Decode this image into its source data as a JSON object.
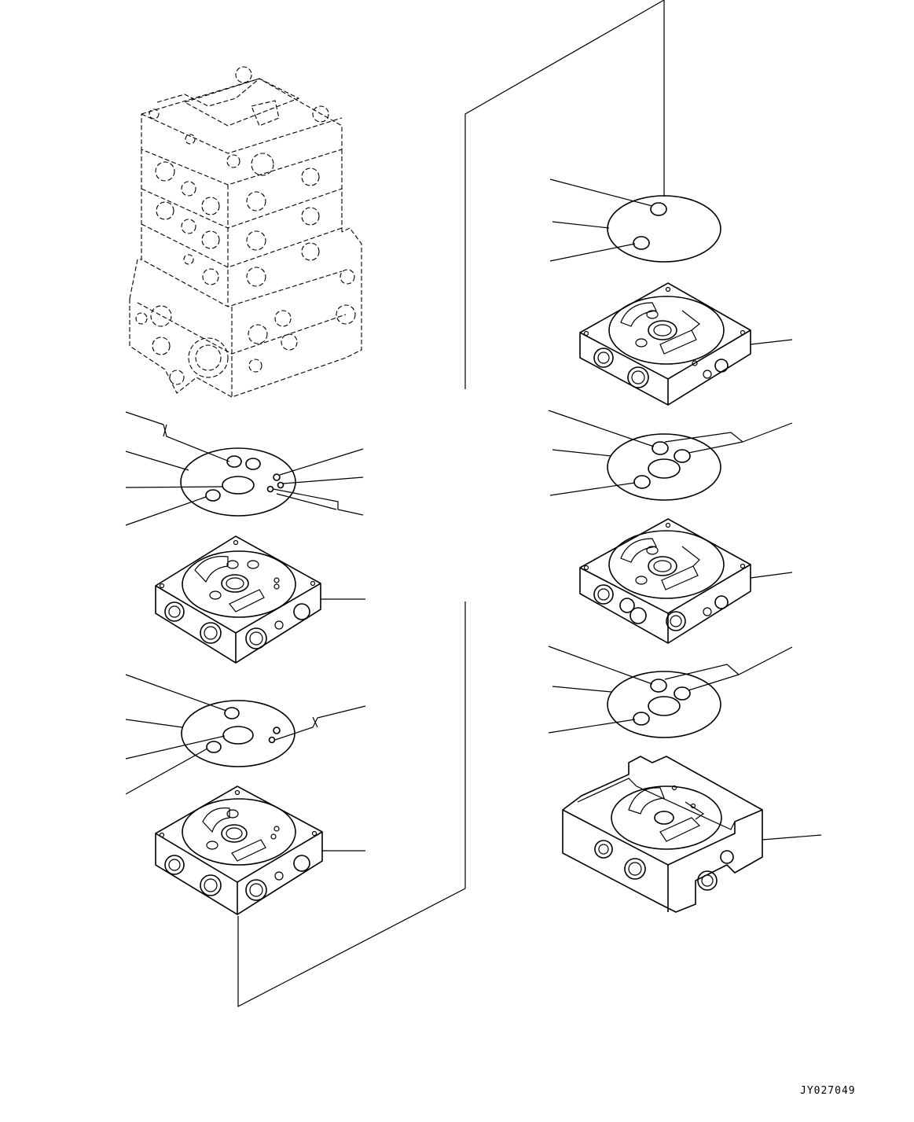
{
  "drawing": {
    "code": "JY027049",
    "line_color": "#000000",
    "background": "#ffffff"
  },
  "parts": {
    "assembly": "control-valve-assembly",
    "left_column": [
      "o-ring-plate-a",
      "valve-section-a",
      "o-ring-plate-b",
      "valve-section-b"
    ],
    "right_column": [
      "o-ring-plate-c",
      "valve-section-c",
      "o-ring-plate-d",
      "valve-section-d",
      "o-ring-plate-e",
      "valve-end-section"
    ]
  }
}
